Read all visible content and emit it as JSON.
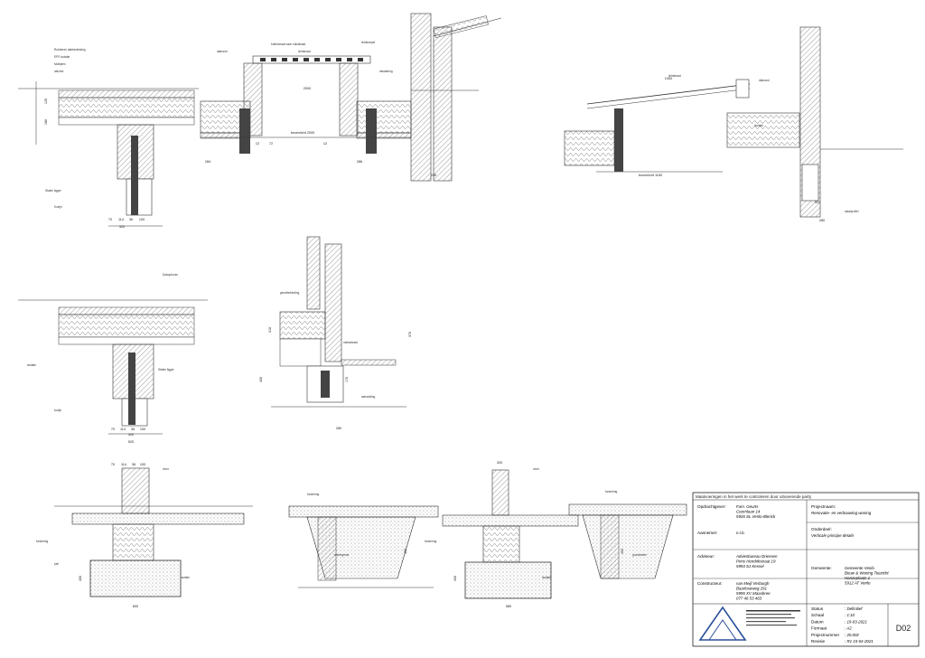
{
  "drawing": {
    "details": [
      {
        "id": "detail-top-left",
        "labels": [
          "Rubberen dakbedekking",
          "EPS isolatie",
          "Multiplex",
          "afschot",
          "Stalen ligger",
          "Kozijn"
        ],
        "dims": [
          "320",
          "70",
          "114",
          "36",
          "100",
          "180",
          "125"
        ]
      },
      {
        "id": "detail-dakopbouw",
        "labels": [
          "buitenmaat naar rolluikkast",
          "dakrand",
          "lichtstraat",
          "lichtkoepel",
          "afwatering"
        ],
        "dims": [
          "bovenlicht 2000",
          "2000",
          "284",
          "12",
          "72",
          "12",
          "286",
          "245"
        ]
      },
      {
        "id": "detail-top-right",
        "labels": [
          "lichtstraat",
          "dakrand",
          "isolatie",
          "staalprofiel"
        ],
        "dims": [
          "1050",
          "bovenlicht 1150",
          "280",
          "320"
        ]
      },
      {
        "id": "detail-mid-left",
        "labels": [
          "Dakopbouw",
          "isolatie",
          "Stalen ligger",
          "kozijn"
        ],
        "dims": [
          "520",
          "70",
          "114",
          "36",
          "100",
          "320"
        ]
      },
      {
        "id": "detail-mid-center",
        "labels": [
          "gevelbekleding",
          "metselwerk",
          "aansluiting"
        ],
        "dims": [
          "280",
          "310",
          "370",
          "400",
          "170"
        ]
      },
      {
        "id": "detail-bottom-1",
        "labels": [
          "vloer",
          "fundering",
          "isolatie",
          "peil"
        ],
        "dims": [
          "70",
          "114",
          "36",
          "100",
          "600",
          "400"
        ]
      },
      {
        "id": "detail-bottom-2",
        "labels": [
          "fundering",
          "ondergrond"
        ],
        "dims": [
          "400"
        ]
      },
      {
        "id": "detail-bottom-3",
        "labels": [
          "vloer",
          "fundering",
          "isolatie"
        ],
        "dims": [
          "320",
          "580",
          "400"
        ]
      },
      {
        "id": "detail-bottom-4",
        "labels": [
          "fundering",
          "grondwater"
        ],
        "dims": [
          "400"
        ]
      }
    ]
  },
  "title_block": {
    "header_note": "Maatvoeringen in het werk te controleren door uitvoerende partij",
    "rows_left": [
      {
        "label": "Opdrachtgever:",
        "lines": [
          "Fam. Geurts",
          "Coornlaan 14",
          "5926 SL Venlo-Blerick"
        ]
      },
      {
        "label": "Aannemer:",
        "lines": [
          "n.t.b."
        ]
      },
      {
        "label": "Adviseur:",
        "lines": [
          "Adviesbureau Driessen",
          "Prins Hendrikstraat 19",
          "5993 SJ Kessel"
        ]
      },
      {
        "label": "Constructeur:",
        "lines": [
          "van Meijl Verburgh",
          "Baarloseweg 291",
          "5995 XV Maasbree",
          "077 46 53 463"
        ]
      }
    ],
    "rows_right": [
      {
        "label": "Projectnaam:",
        "lines": [
          "Renovatie- en verbouwing woning"
        ]
      },
      {
        "label": "Onderdeel:",
        "lines": [
          "Verticale principe details"
        ]
      },
      {
        "label": "Gemeente:",
        "lines": [
          "Gemeente Venlo",
          "Bouw & Woning Toezicht",
          "Hanzeplaats 1",
          "5912 AT Venlo"
        ]
      }
    ],
    "meta": [
      {
        "label": "Status",
        "value": ": Definitief"
      },
      {
        "label": "Schaal",
        "value": ": 1:10"
      },
      {
        "label": "Datum",
        "value": ": 19-03-2021"
      },
      {
        "label": "Formaat",
        "value": ": A2"
      },
      {
        "label": "Projectnummer",
        "value": ": 20.002"
      },
      {
        "label": "Revisie",
        "value": ": R1 15-04-2021"
      }
    ],
    "sheet_number": "D02"
  }
}
